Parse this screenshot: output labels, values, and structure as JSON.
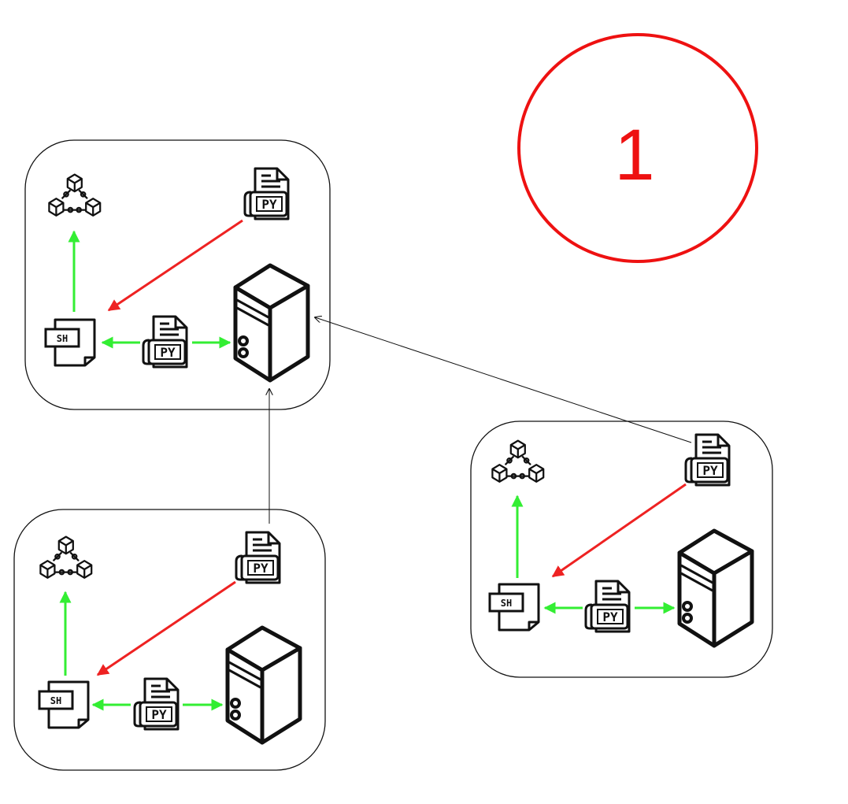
{
  "badge": {
    "number": "1",
    "color": "#ee1111"
  },
  "colors": {
    "green_arrow": "#33ee33",
    "red_arrow": "#ee2222",
    "stroke": "#111111"
  },
  "file_labels": {
    "python": "PY",
    "shell": "SH"
  },
  "icons": {
    "blockchain": "blockchain-icon",
    "python_file": "python-file-icon",
    "shell_file": "shell-file-icon",
    "server": "server-icon"
  }
}
